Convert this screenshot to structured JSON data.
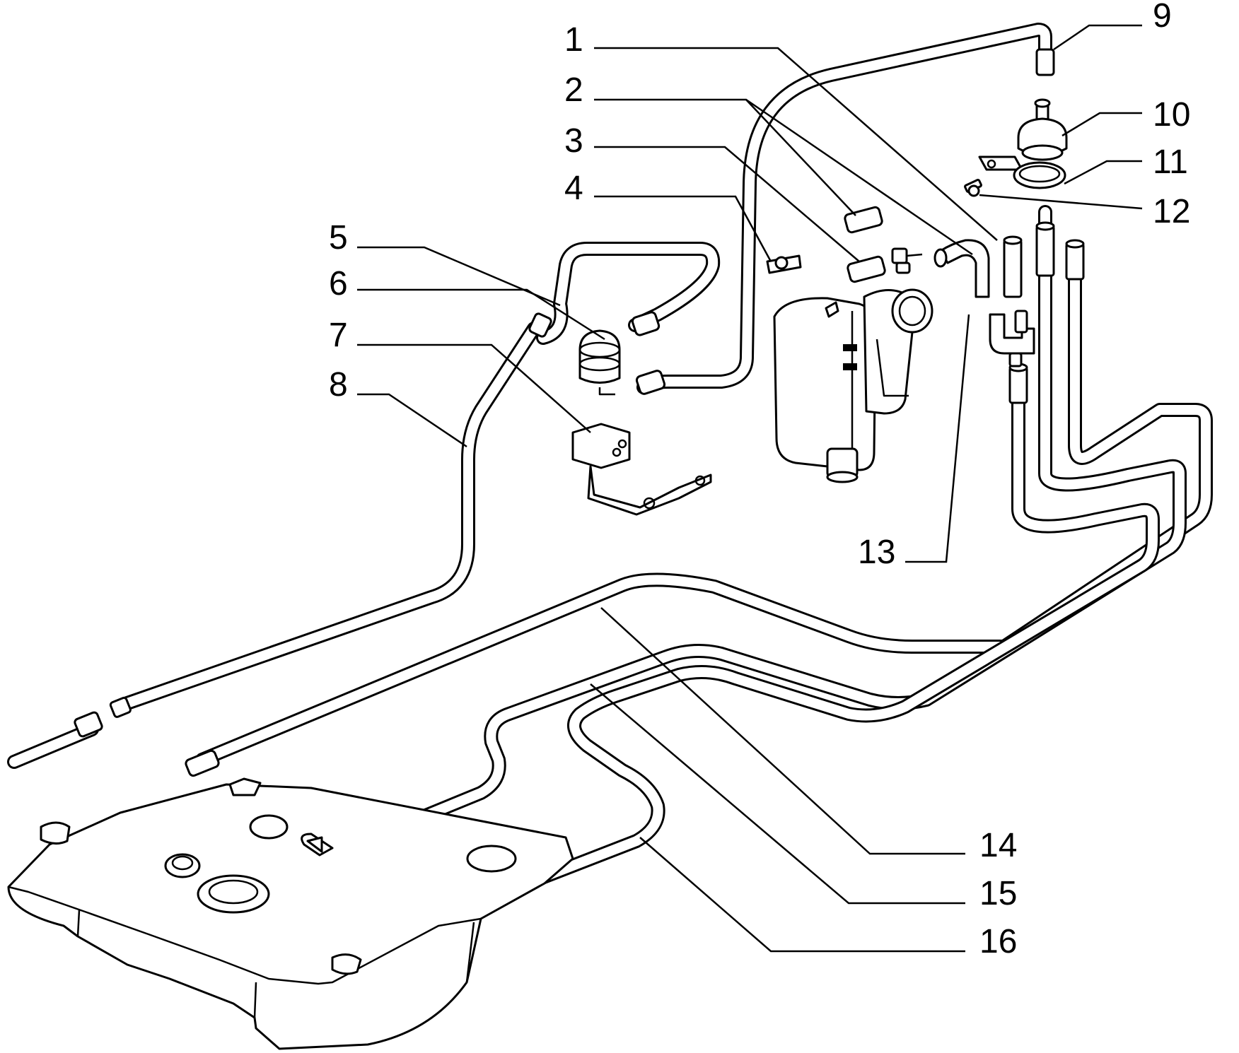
{
  "diagram": {
    "callouts": [
      {
        "id": "1",
        "label": "1"
      },
      {
        "id": "2",
        "label": "2"
      },
      {
        "id": "3",
        "label": "3"
      },
      {
        "id": "4",
        "label": "4"
      },
      {
        "id": "5",
        "label": "5"
      },
      {
        "id": "6",
        "label": "6"
      },
      {
        "id": "7",
        "label": "7"
      },
      {
        "id": "8",
        "label": "8"
      },
      {
        "id": "9",
        "label": "9"
      },
      {
        "id": "10",
        "label": "10"
      },
      {
        "id": "11",
        "label": "11"
      },
      {
        "id": "12",
        "label": "12"
      },
      {
        "id": "13",
        "label": "13"
      },
      {
        "id": "14",
        "label": "14"
      },
      {
        "id": "15",
        "label": "15"
      },
      {
        "id": "16",
        "label": "16"
      }
    ],
    "parts": [
      {
        "name": "fuel-tank",
        "icon": "fuel-tank-icon"
      },
      {
        "name": "fuel-pipes",
        "icon": "pipe-icon"
      },
      {
        "name": "filter-canister",
        "icon": "canister-icon"
      },
      {
        "name": "vapor-separator",
        "icon": "separator-icon"
      },
      {
        "name": "check-valve",
        "icon": "valve-icon"
      },
      {
        "name": "mounting-bracket",
        "icon": "bracket-icon"
      },
      {
        "name": "hose-clamp",
        "icon": "clamp-icon"
      },
      {
        "name": "bolt",
        "icon": "bolt-icon"
      }
    ],
    "colors": {
      "line": "#000000",
      "background": "#ffffff"
    }
  }
}
